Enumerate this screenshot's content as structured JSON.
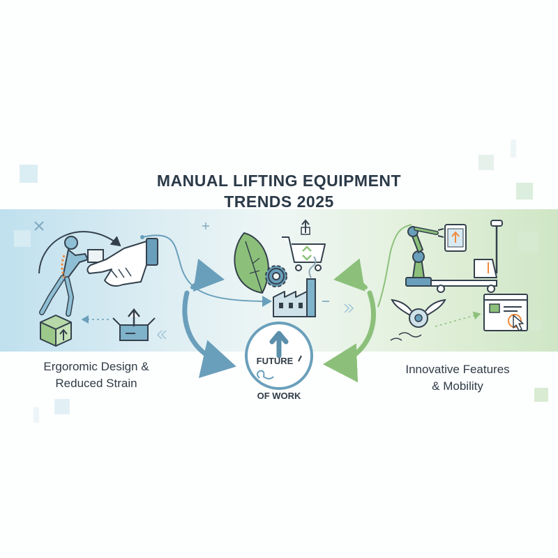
{
  "title": {
    "line1": "MANUAL LIFTING EQUIPMENT",
    "line2": "TRENDS 2025"
  },
  "left_caption": {
    "line1": "Ergoromic Design &",
    "line2": "Reduced Strain"
  },
  "right_caption": {
    "line1": "Innovative Features",
    "line2": "& Mobility"
  },
  "center": {
    "word1": "FUTURE",
    "word2": "OF WORK"
  },
  "colors": {
    "blue_accent": "#6a9fbb",
    "green_accent": "#8cc07a",
    "outline": "#33404c",
    "orange_accent": "#f08a3c"
  },
  "icons": [
    "worker-lifting-icon",
    "helping-hand-icon",
    "box-up-icon",
    "open-box-up-icon",
    "leaf-icon",
    "gear-icon",
    "recycle-cart-icon",
    "factory-icon",
    "robot-arm-icon",
    "tablet-upload-icon",
    "pallet-jack-icon",
    "winged-wheel-icon",
    "web-window-click-icon",
    "up-arrow-icon"
  ]
}
